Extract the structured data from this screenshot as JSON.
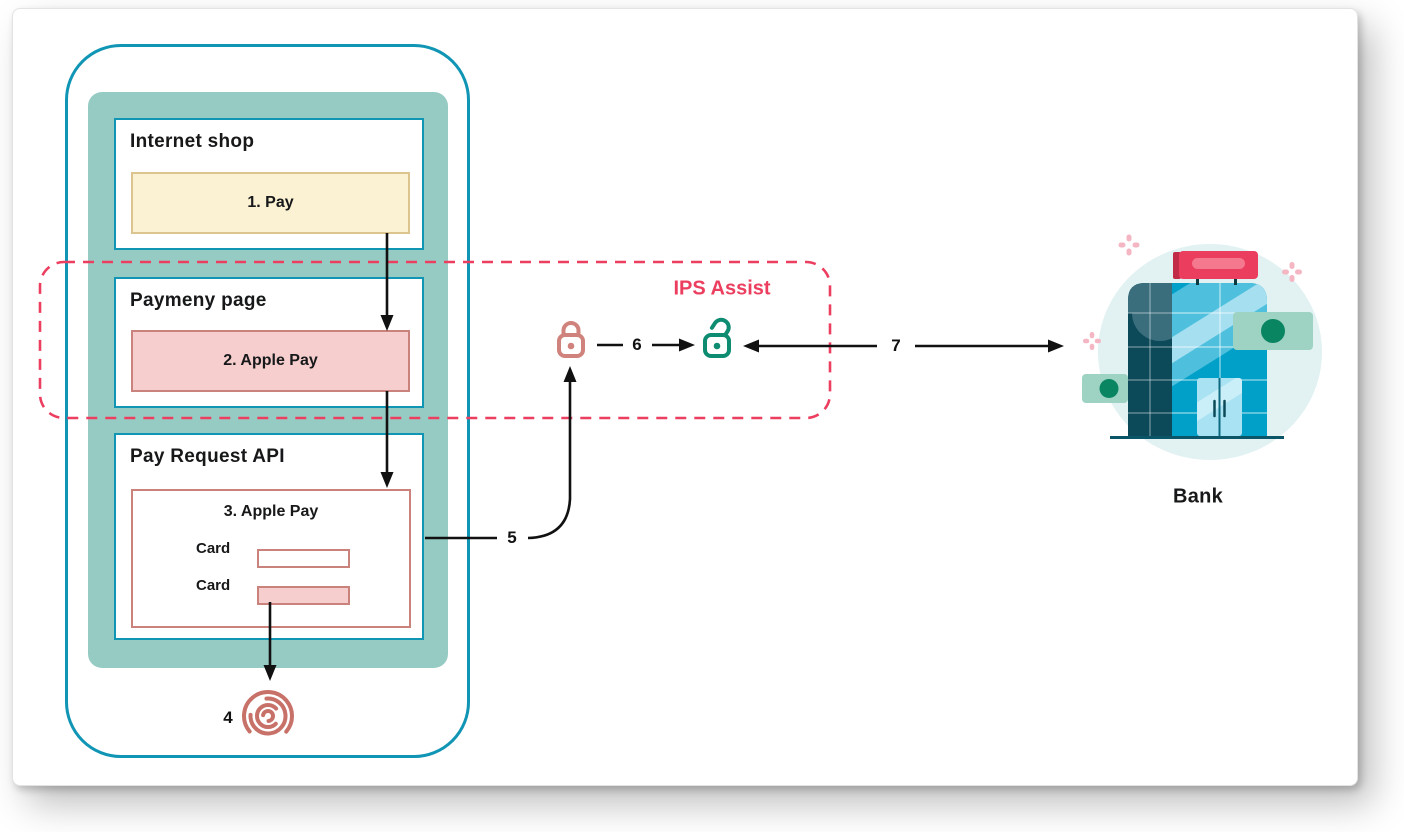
{
  "ips": {
    "label": "IPS Assist"
  },
  "bank": {
    "label": "Bank"
  },
  "phone": {
    "internet_shop": {
      "title": "Internet shop",
      "pay_button": "1. Pay"
    },
    "payment_page": {
      "title": "Paymeny page",
      "apple_pay_button": "2. Apple Pay"
    },
    "pay_request": {
      "title": "Pay Request API",
      "sheet_title": "3. Apple Pay",
      "rows": [
        {
          "label": "Card",
          "filled": false
        },
        {
          "label": "Card",
          "filled": true
        }
      ]
    }
  },
  "steps": {
    "s4": "4",
    "s5": "5",
    "s6": "6",
    "s7": "7"
  },
  "icons": {
    "closed_lock": "padlock-closed-icon",
    "open_lock": "padlock-open-icon",
    "fingerprint": "fingerprint-icon",
    "bank_building": "bank-building-illustration",
    "sparkles": "plus-sparkle-icon"
  },
  "colors": {
    "phone_border": "#1095b5",
    "screen_panel": "#96cbc4",
    "accent_pink": "#ec3f60",
    "yellow_fill": "#fbf2d3",
    "yellow_border": "#dcc48e",
    "pink_fill": "#f5cecd",
    "pink_border": "#c9827c",
    "lock_closed": "#d0837c",
    "lock_open": "#0e8c71",
    "fingerprint": "#c87168",
    "arrow": "#111111"
  }
}
